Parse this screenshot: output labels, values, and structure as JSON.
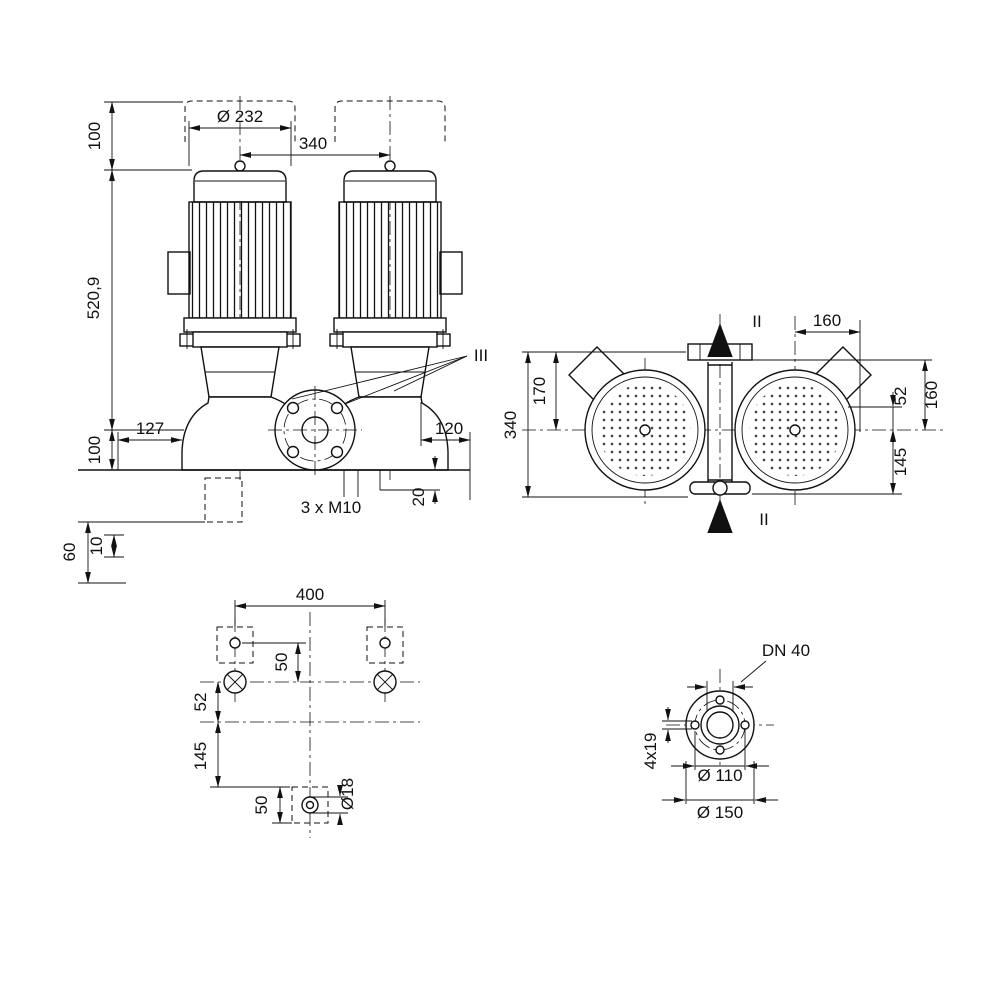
{
  "drawing": {
    "front_view": {
      "motor_diameter": "Ø 232",
      "motor_spacing": "340",
      "dim_top_clearance": "100",
      "dim_total_height": "520,9",
      "dim_port_height": "100",
      "dim_left_offset": "127",
      "dim_right_offset": "120",
      "detail_marker": "III",
      "tapped_holes": "3 x M10",
      "dim_foot_height": "20",
      "dim_anchor_depth": "60",
      "dim_grout": "10"
    },
    "top_view": {
      "section_top": "II",
      "section_bottom": "II",
      "dim_edge_offset": "160",
      "dim_flange_to_axis_left": "170",
      "dim_overall_length": "340",
      "dim_offset_52": "52",
      "dim_flange_to_axis_right": "160",
      "dim_suction_offset": "145"
    },
    "foundation_plan": {
      "dim_bolt_span": "400",
      "dim_upper_50": "50",
      "dim_52": "52",
      "dim_145": "145",
      "dim_lower_50": "50",
      "hole_diameter": "Ø18"
    },
    "flange_detail": {
      "nominal": "DN 40",
      "holes": "4x19",
      "bolt_circle": "Ø 110",
      "outer": "Ø 150"
    }
  }
}
